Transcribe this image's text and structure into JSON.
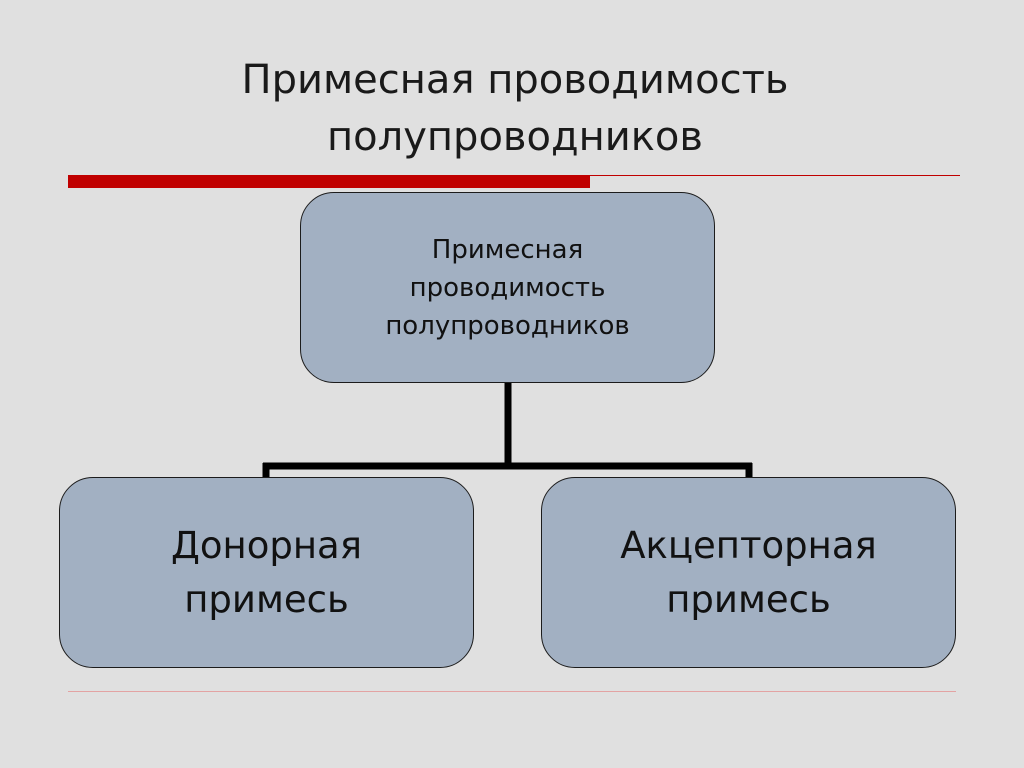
{
  "slide": {
    "title_lines": [
      "Примесная проводимость",
      "полупроводников"
    ]
  },
  "diagram": {
    "root": {
      "lines": [
        "Примесная",
        "проводимость",
        "полупроводников"
      ]
    },
    "children": [
      {
        "lines": [
          "Донорная",
          "примесь"
        ]
      },
      {
        "lines": [
          "Акцепторная",
          "примесь"
        ]
      }
    ]
  },
  "colors": {
    "background": "#e0e0e0",
    "accent_red": "#c00000",
    "node_fill": "#a2b0c2",
    "connector": "#000000"
  }
}
